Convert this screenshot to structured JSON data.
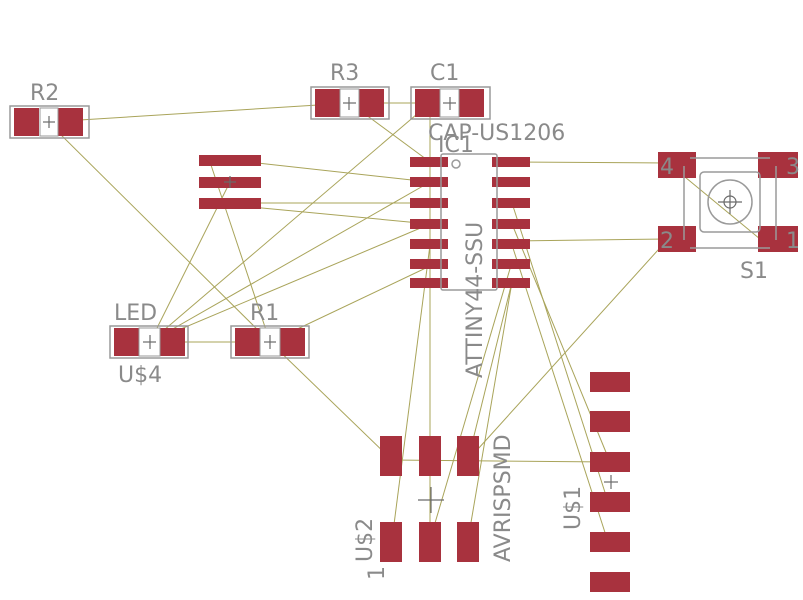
{
  "labels": {
    "r2": "R2",
    "r3": "R3",
    "c1": "C1",
    "cap_value": "CAP-US1206",
    "ic1": "IC1",
    "ic1_value": "ATTINY44-SSU",
    "s1": "S1",
    "s1_pin4": "4",
    "s1_pin3": "3",
    "s1_pin2": "2",
    "s1_pin1": "1",
    "led": "LED",
    "us4": "U$4",
    "r1": "R1",
    "us2": "U$2",
    "us2_pin1": "1",
    "avrispsmd": "AVRISPSMD",
    "us1": "U$1"
  },
  "colors": {
    "pad": "#a8323e",
    "wire": "#a9a45a",
    "silkscreen": "#9a9a9a",
    "label": "#8a8a8a",
    "background": "#ffffff"
  }
}
